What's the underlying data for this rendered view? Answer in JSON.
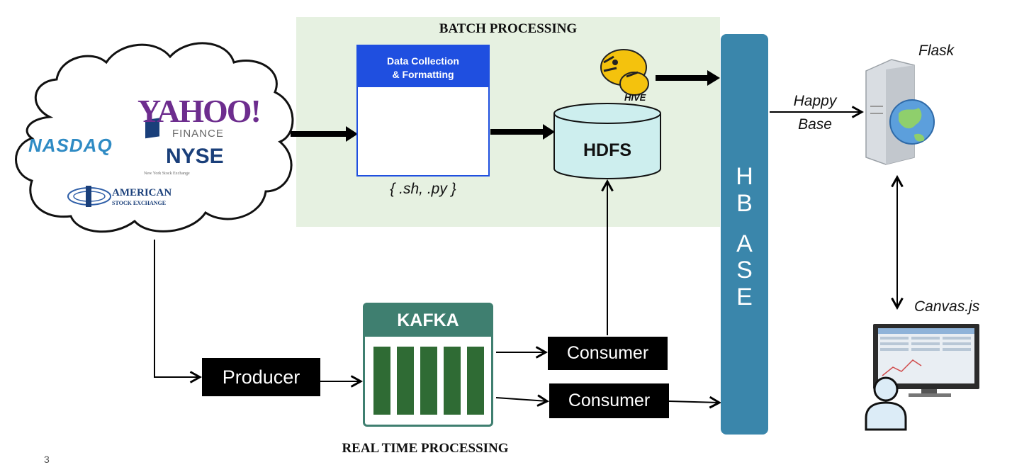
{
  "sections": {
    "batch_title": "BATCH PROCESSING",
    "realtime_title": "REAL TIME PROCESSING"
  },
  "sources": {
    "yahoo": "YAHOO!",
    "yahoo_finance": "FINANCE",
    "nasdaq": "NASDAQ",
    "nyse": "NYSE",
    "nyse_sub": "New York Stock Exchange",
    "amex_line1": "AMERICAN",
    "amex_line2": "STOCK EXCHANGE"
  },
  "data_collection": {
    "title_line1": "Data Collection",
    "title_line2": "& Formatting",
    "extensions": "{ .sh, .py }"
  },
  "hive": {
    "label": "HIVE"
  },
  "hdfs": {
    "label": "HDFS"
  },
  "hbase": {
    "letters": [
      "H",
      "B",
      "A",
      "S",
      "E"
    ]
  },
  "kafka": {
    "label": "KAFKA"
  },
  "producer": {
    "label": "Producer"
  },
  "consumers": [
    {
      "label": "Consumer"
    },
    {
      "label": "Consumer"
    }
  ],
  "serving": {
    "flask": "Flask",
    "happy_line1": "Happy",
    "happy_line2": "Base",
    "canvas": "Canvas.js"
  },
  "footer": {
    "page_number": "3"
  },
  "colors": {
    "batch_bg": "#e6f1e1",
    "hbase": "#3a86ab",
    "kafka": "#3f7f70",
    "kafka_partition": "#2f6b34",
    "dc_blue": "#1f4fe0",
    "hdfs_fill": "#cdeeee"
  }
}
